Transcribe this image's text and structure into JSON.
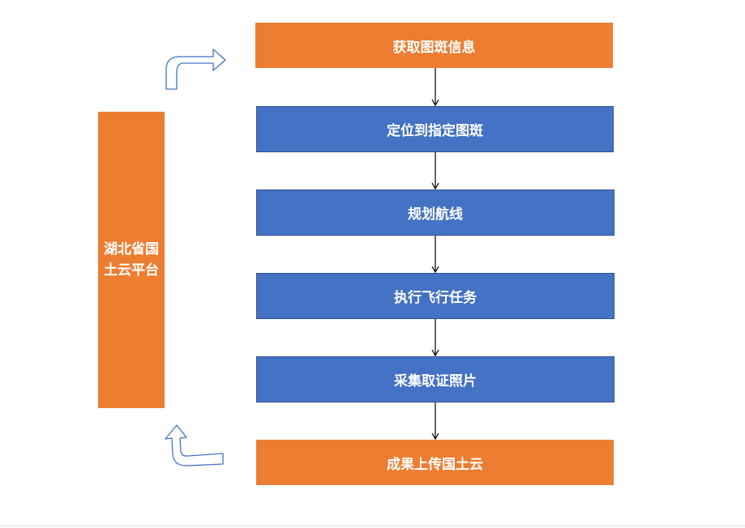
{
  "side_label": "湖北省国土云平台",
  "steps": [
    {
      "label": "获取图斑信息",
      "color": "#ED7D31"
    },
    {
      "label": "定位到指定图斑",
      "color": "#4472C4"
    },
    {
      "label": "规划航线",
      "color": "#4472C4"
    },
    {
      "label": "执行飞行任务",
      "color": "#4472C4"
    },
    {
      "label": "采集取证照片",
      "color": "#4472C4"
    },
    {
      "label": "成果上传国土云",
      "color": "#ED7D31"
    }
  ],
  "colors": {
    "orange": "#ED7D31",
    "blue": "#4472C4",
    "arrow_outline": "#4472C4",
    "connector": "#000000"
  },
  "icons": [
    "curved-arrow-up-right-icon",
    "curved-arrow-up-left-icon"
  ]
}
